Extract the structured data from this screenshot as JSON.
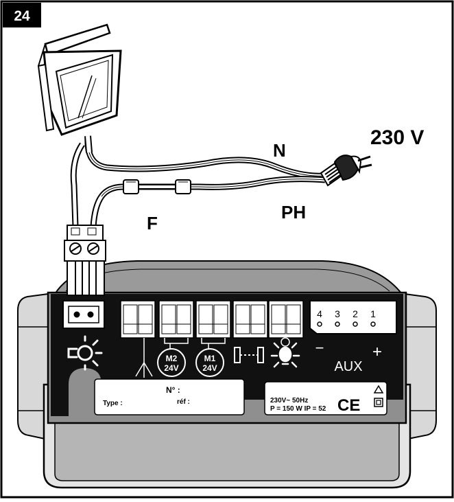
{
  "figure_number": "24",
  "voltage_label": "230 V",
  "wire_labels": {
    "neutral": "N",
    "phase": "PH",
    "fuse": "F"
  },
  "terminals": {
    "motor2_top": "M2",
    "motor2_bottom": "24V",
    "motor1_top": "M1",
    "motor1_bottom": "24V",
    "aux_numbers": [
      "4",
      "3",
      "2",
      "1"
    ],
    "aux_minus": "−",
    "aux_plus": "+",
    "aux_label": "AUX"
  },
  "serial_plate": {
    "number_label": "N° :",
    "type_label": "Type :",
    "ref_label": "réf :"
  },
  "rating_plate": {
    "line1": "230V~  50Hz",
    "line2": "P = 150 W   IP = 52",
    "ce_mark": "CE"
  },
  "icons": [
    "lamp-icon",
    "antenna-icon",
    "photocell-icon",
    "warning-light-icon",
    "warning-triangle-icon",
    "double-insulation-icon"
  ]
}
